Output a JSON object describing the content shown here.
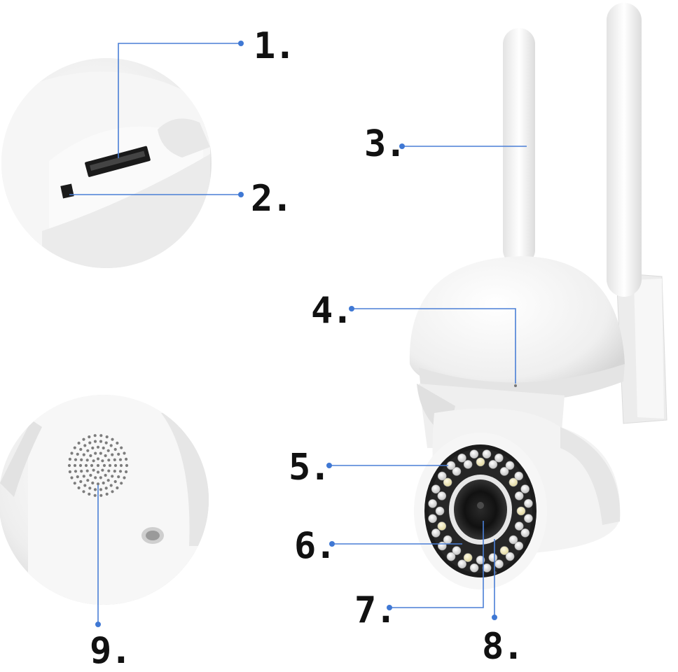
{
  "colors": {
    "leader_line": "#4a7fd6",
    "leader_dot": "#3f78d4",
    "label_text": "#111111",
    "device_body": "#f4f4f4",
    "lens": "#151515"
  },
  "callouts": [
    {
      "id": "1",
      "label": "1."
    },
    {
      "id": "2",
      "label": "2."
    },
    {
      "id": "3",
      "label": "3."
    },
    {
      "id": "4",
      "label": "4."
    },
    {
      "id": "5",
      "label": "5."
    },
    {
      "id": "6",
      "label": "6."
    },
    {
      "id": "7",
      "label": "7."
    },
    {
      "id": "8",
      "label": "8."
    },
    {
      "id": "9",
      "label": "9."
    }
  ],
  "icons": {
    "detail_slots": "sd-card-slot-detail",
    "detail_speaker": "speaker-grille-detail",
    "camera": "ptz-security-camera"
  }
}
